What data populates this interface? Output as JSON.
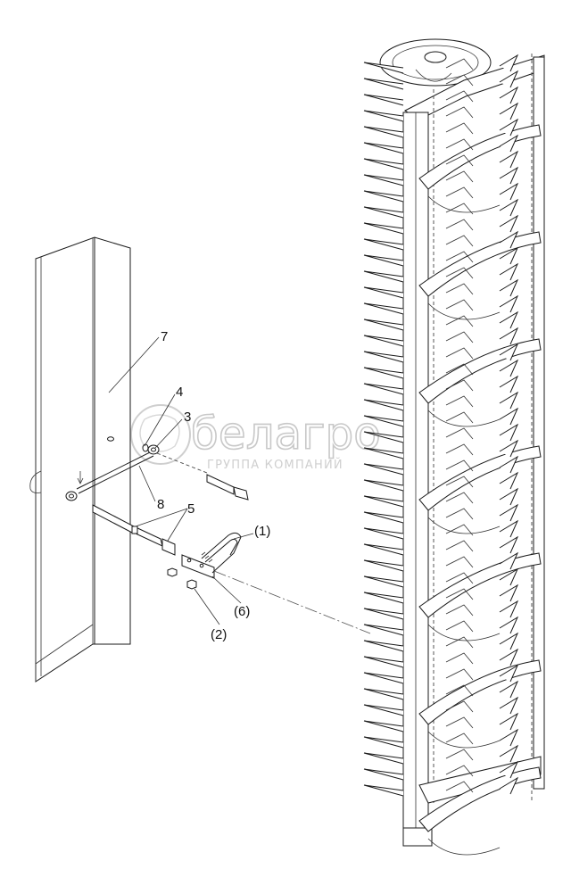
{
  "labels": {
    "p7": "7",
    "p4": "4",
    "p3": "3",
    "p8": "8",
    "p5": "5",
    "p1": "(1)",
    "p6": "(6)",
    "p2": "(2)"
  },
  "watermark": {
    "brand": "белагро",
    "tagline": "ГРУППА КОМПАНИЙ"
  }
}
